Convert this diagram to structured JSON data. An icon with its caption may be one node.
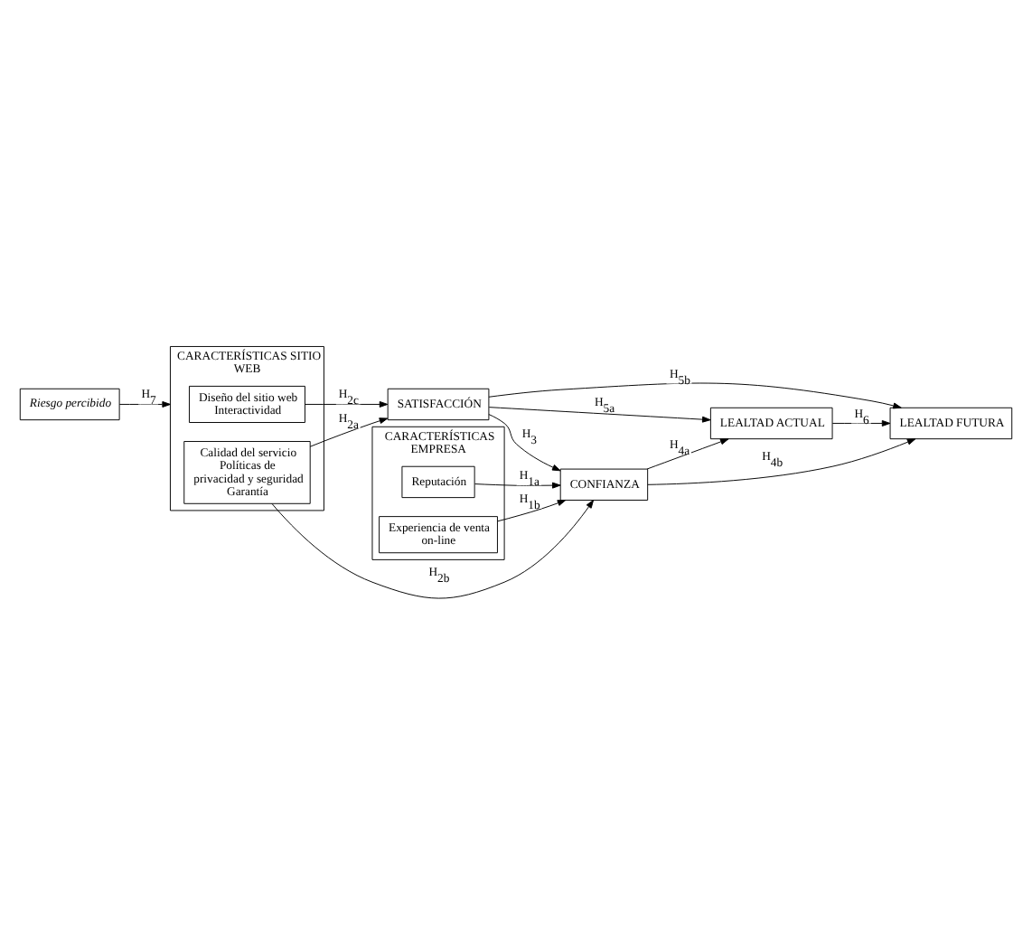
{
  "diagram": {
    "nodes": [
      {
        "text": [
          "Riesgo percibido"
        ]
      },
      {
        "text": [
          "CARACTERÍSTICAS SITIO WEB"
        ]
      },
      {
        "text": [
          "Diseño del sitio web Interactividad"
        ],
        "in": 1
      },
      {
        "text": [
          "Calidad del servicio Políticas de privacidad y seguridad Garantía"
        ],
        "in": 1
      },
      {
        "text": [
          "CARACTERÍSTICAS EMPRESA"
        ]
      },
      {
        "text": [
          "Reputación"
        ],
        "in": 4
      },
      {
        "text": [
          "Experiencia de venta on-line"
        ],
        "in": 4
      },
      {
        "text": [
          "SATISFACCIÓN"
        ]
      },
      {
        "text": [
          "CONFIANZA"
        ]
      },
      {
        "text": [
          "LEALTAD ACTUAL"
        ]
      },
      {
        "text": [
          "LEALTAD FUTURA"
        ]
      }
    ],
    "edges": [
      {
        "from": 0,
        "to": 1,
        "arrow": "to",
        "label": "H$_{7}$"
      },
      {
        "from": 2,
        "to": 7,
        "arrow": "to",
        "label": "H$_{2c}$"
      },
      {
        "from": 3,
        "to": 7,
        "arrow": "to",
        "label": "H$_{2a}$"
      },
      {
        "from": 3,
        "to": 8,
        "arrow": "to",
        "label": "H$_{2b}$"
      },
      {
        "from": 5,
        "to": 8,
        "arrow": "to",
        "label": "H$_{1a}$"
      },
      {
        "from": 6,
        "to": 8,
        "arrow": "to",
        "label": "H$_{1b}$"
      },
      {
        "from": 7,
        "to": 9,
        "arrow": "to",
        "label": "H$_{5a}$"
      },
      {
        "from": 7,
        "to": 10,
        "arrow": "to",
        "label": "H$_{5b}$"
      },
      {
        "from": 7,
        "to": 8,
        "arrow": "to",
        "label": "H$_{3}$"
      },
      {
        "from": 8,
        "to": 9,
        "arrow": "to",
        "label": "H$_{4a}$"
      },
      {
        "from": 8,
        "to": 10,
        "arrow": "to",
        "label": "H$_{4b}$"
      },
      {
        "from": 9,
        "to": 10,
        "arrow": "to",
        "label": "H$_{6}$"
      }
    ]
  }
}
